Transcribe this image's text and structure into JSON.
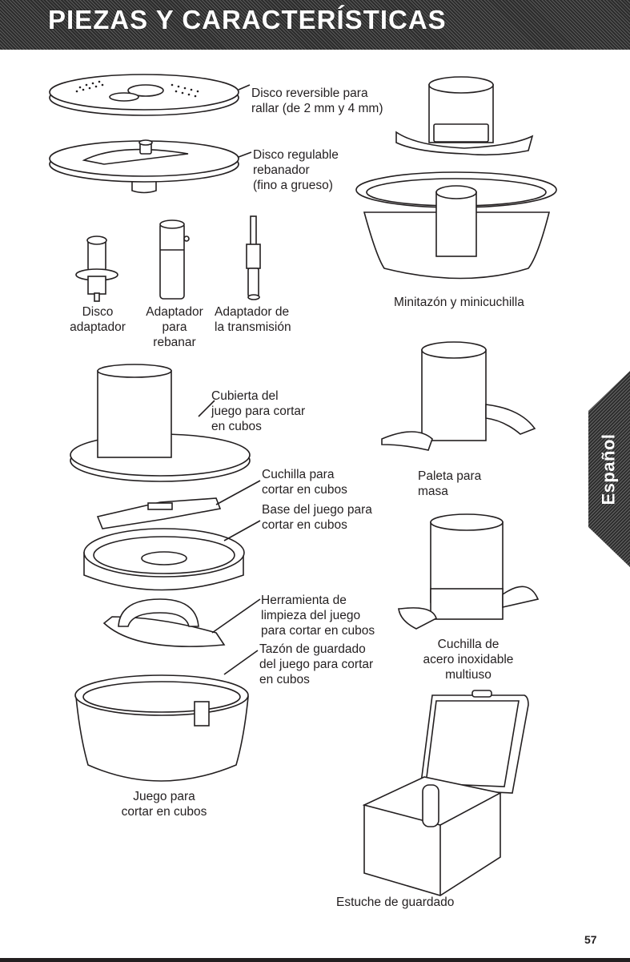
{
  "header": {
    "title": "PIEZAS Y CARACTERÍSTICAS"
  },
  "side_tab": {
    "label": "Español"
  },
  "labels": {
    "grating_disc": "Disco reversible para\nrallar (de 2 mm y 4 mm)",
    "slicing_disc": "Disco regulable\nrebanador\n(fino a grueso)",
    "disc_adapter": "Disco\nadaptador",
    "slicing_adapter": "Adaptador\npara\nrebanar",
    "drive_adapter": "Adaptador de\nla transmisión",
    "mini_bowl": "Minitazón y minicuchilla",
    "dicing_lid": "Cubierta del\njuego para cortar\nen cubos",
    "dicing_blade": "Cuchilla para\ncortar en cubos",
    "dicing_base": "Base del juego para\ncortar en cubos",
    "cleaning_tool": "Herramienta de\nlimpieza del juego\npara cortar en cubos",
    "storage_bowl": "Tazón de guardado\ndel juego para cortar\nen cubos",
    "dicing_kit": "Juego para\ncortar en cubos",
    "dough_blade": "Paleta para\nmasa",
    "multi_blade": "Cuchilla de\nacero inoxidable\nmultiuso",
    "storage_case": "Estuche de guardado"
  },
  "page_number": "57"
}
